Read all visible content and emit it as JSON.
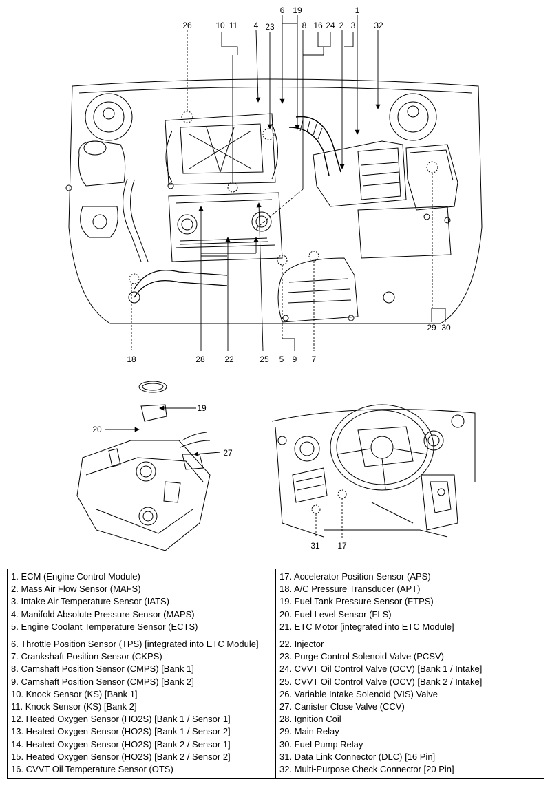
{
  "callouts": {
    "c1": "1",
    "c2": "2",
    "c3": "3",
    "c4": "4",
    "c5": "5",
    "c6": "6",
    "c7": "7",
    "c8": "8",
    "c9": "9",
    "c10": "10",
    "c11": "11",
    "c16": "16",
    "c17": "17",
    "c18": "18",
    "c19": "19",
    "c19b": "19",
    "c20": "20",
    "c22": "22",
    "c23": "23",
    "c24": "24",
    "c25": "25",
    "c26": "26",
    "c27": "27",
    "c28": "28",
    "c29": "29",
    "c30": "30",
    "c31": "31",
    "c32": "32"
  },
  "legend": {
    "left": [
      "1. ECM (Engine Control Module)",
      "2. Mass Air Flow Sensor (MAFS)",
      "3. Intake Air Temperature Sensor (IATS)",
      "4. Manifold Absolute Pressure Sensor (MAPS)",
      "5. Engine Coolant Temperature Sensor (ECTS)",
      "6. Throttle Position Sensor (TPS) [integrated into ETC Module]",
      "7. Crankshaft Position Sensor (CKPS)",
      "8. Camshaft Position Sensor (CMPS) [Bank 1]",
      "9. Camshaft Position Sensor (CMPS) [Bank 2]",
      "10. Knock Sensor (KS) [Bank 1]",
      "11. Knock Sensor (KS) [Bank 2]",
      "12. Heated Oxygen Sensor (HO2S) [Bank 1 / Sensor 1]",
      "13. Heated Oxygen Sensor (HO2S) [Bank 1 / Sensor 2]",
      "14. Heated Oxygen Sensor (HO2S) [Bank 2 / Sensor 1]",
      "15. Heated Oxygen Sensor (HO2S) [Bank 2 / Sensor 2]",
      "16. CVVT Oil Temperature Sensor (OTS)"
    ],
    "right": [
      "17. Accelerator Position Sensor (APS)",
      "18. A/C Pressure Transducer (APT)",
      "19. Fuel Tank Pressure Sensor (FTPS)",
      "20. Fuel Level Sensor (FLS)",
      "21. ETC Motor [integrated into ETC Module]",
      "22. Injector",
      "23. Purge Control Solenoid Valve (PCSV)",
      "24. CVVT Oil Control Valve (OCV) [Bank 1 / Intake]",
      "25. CVVT Oil Control Valve (OCV) [Bank 2 / Intake]",
      "26. Variable Intake Solenoid (VIS) Valve",
      "27. Canister Close Valve (CCV)",
      "28. Ignition Coil",
      "29. Main Relay",
      "30. Fuel Pump Relay",
      "31. Data Link Connector (DLC) [16 Pin]",
      "32. Multi-Purpose Check Connector [20 Pin]"
    ]
  }
}
